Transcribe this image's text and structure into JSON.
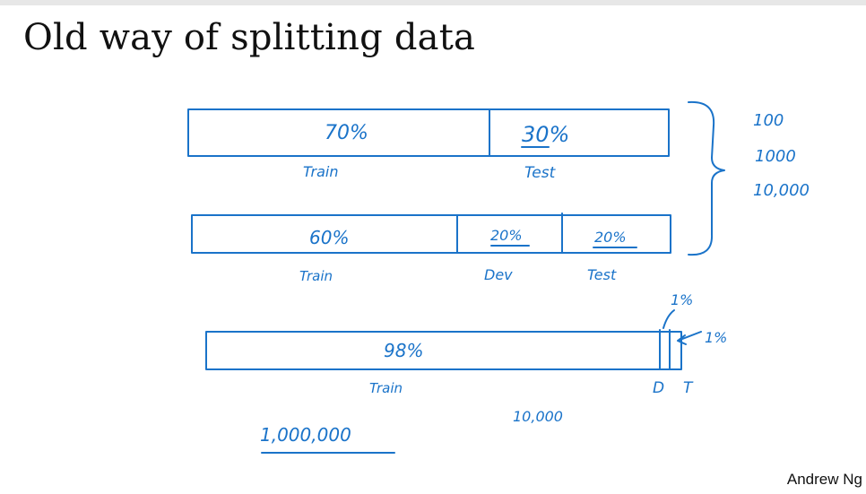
{
  "slide": {
    "title": "Old way of splitting data",
    "author": "Andrew Ng"
  },
  "diagram": {
    "split1": {
      "train_pct": "70%",
      "train_label": "Train",
      "test_pct": "30%",
      "test_label": "Test"
    },
    "split2": {
      "train_pct": "60%",
      "train_label": "Train",
      "dev_pct": "20%",
      "dev_label": "Dev",
      "test_pct": "20%",
      "test_label": "Test"
    },
    "dataset_sizes": [
      "100",
      "1000",
      "10,000"
    ],
    "split3": {
      "train_pct": "98%",
      "train_label": "Train",
      "dev_pct": "1%",
      "test_pct": "1%",
      "dev_abbrev": "D",
      "test_abbrev": "T",
      "size_note": "10,000",
      "total_size": "1,000,000"
    }
  },
  "colors": {
    "ink": "#1a73c9",
    "text": "#111111"
  }
}
